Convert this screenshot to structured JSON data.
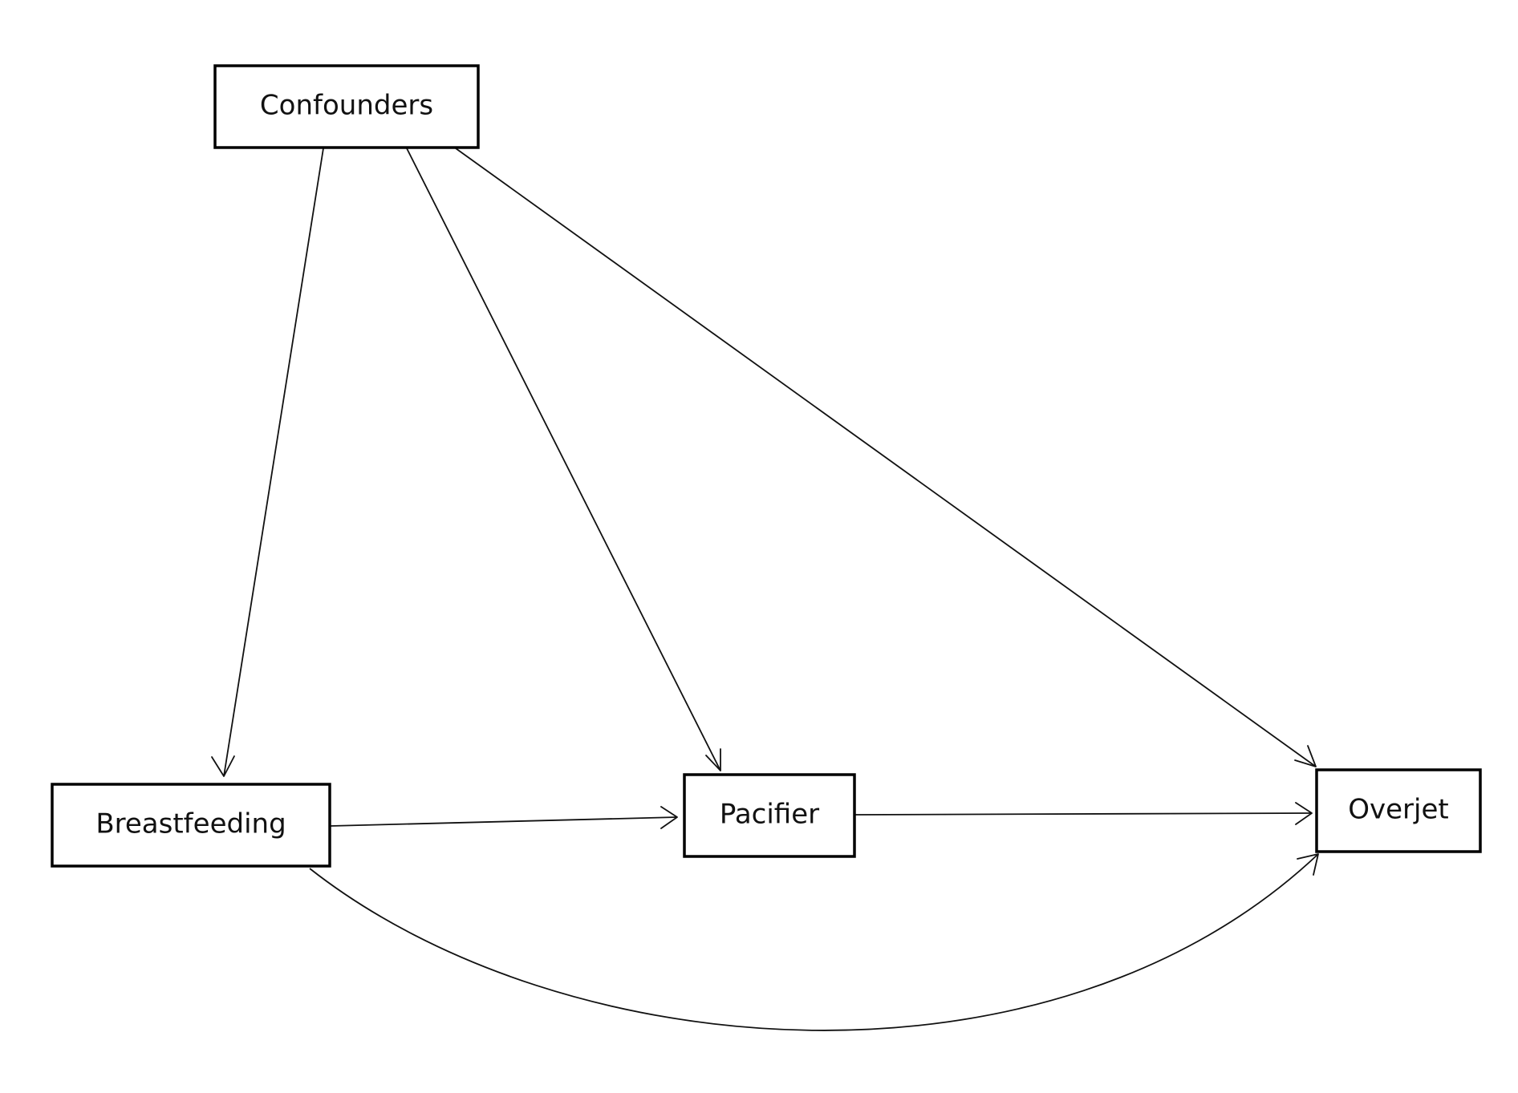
{
  "diagram": {
    "type": "causal-dag",
    "nodes": {
      "confounders": "Confounders",
      "breastfeeding": "Breastfeeding",
      "pacifier": "Pacifier",
      "overjet": "Overjet"
    },
    "edges": [
      {
        "from": "confounders",
        "to": "breastfeeding"
      },
      {
        "from": "confounders",
        "to": "pacifier"
      },
      {
        "from": "confounders",
        "to": "overjet"
      },
      {
        "from": "breastfeeding",
        "to": "pacifier"
      },
      {
        "from": "pacifier",
        "to": "overjet"
      },
      {
        "from": "breastfeeding",
        "to": "overjet"
      }
    ]
  }
}
